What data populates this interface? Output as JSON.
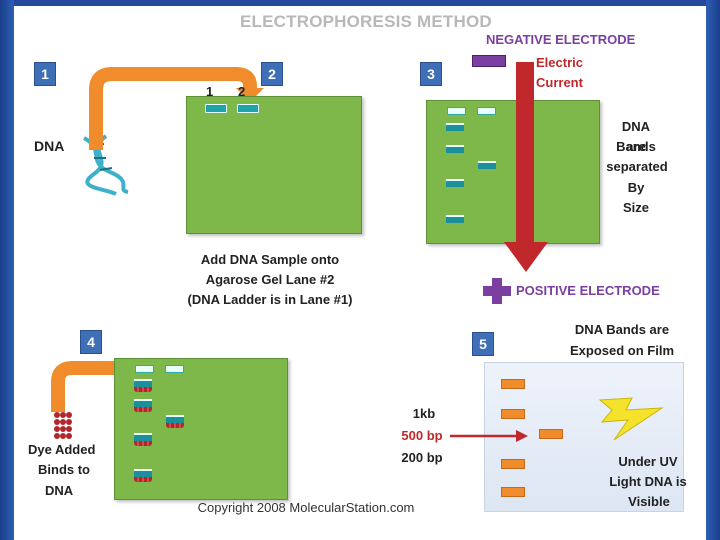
{
  "page_title": "ELECTROPHORESIS METHOD",
  "steps": {
    "s1": "1",
    "s2": "2",
    "s3": "3",
    "s4": "4",
    "s5": "5"
  },
  "step1": {
    "dna_label": "DNA"
  },
  "step2": {
    "lane1": "1",
    "lane2": "2",
    "caption_line1": "Add DNA Sample onto",
    "caption_line2": "Agarose Gel Lane #2",
    "caption_line3": "(DNA Ladder is in Lane #1)"
  },
  "step3": {
    "negative_electrode": "NEGATIVE ELECTRODE",
    "positive_electrode": "POSITIVE ELECTRODE",
    "current_line1": "Electric",
    "current_line2": "Current",
    "bands_line1": "DNA Bands",
    "bands_line2": "are",
    "bands_line3": "separated",
    "bands_line4": "By",
    "bands_line5": "Size"
  },
  "step4": {
    "dye_line1": "Dye Added",
    "dye_line2": "Binds to",
    "dye_line3": "DNA"
  },
  "step5": {
    "header_line1": "DNA Bands are",
    "header_line2": "Exposed on Film",
    "ladder_1kb": "1kb",
    "ladder_500": "500 bp",
    "ladder_200": "200 bp",
    "uv_line1": "Under UV",
    "uv_line2": "Light DNA is",
    "uv_line3": "Visible"
  },
  "copyright": "Copyright 2008 MolecularStation.com",
  "colors": {
    "frame_blue": "#23489c",
    "gel_green": "#7fb84a",
    "arrow_orange": "#f08c2b",
    "arrow_red": "#c0282c",
    "electrode_purple": "#7a3fa0",
    "text_red": "#c0282c",
    "text_purple": "#7a3fa0"
  }
}
